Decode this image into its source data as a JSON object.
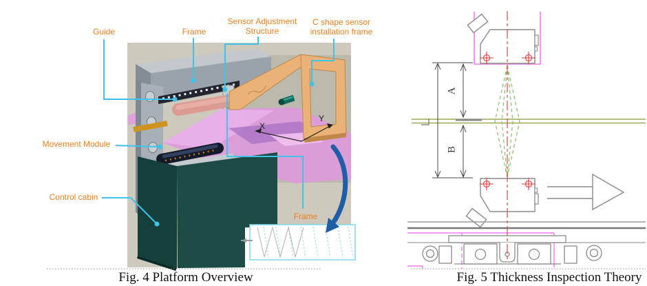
{
  "figure4": {
    "caption": "Fig. 4 Platform Overview",
    "labels": {
      "guide": "Guide",
      "frame_top": "Frame",
      "sensor_adjustment_structure": "Sensor Adjustment Structure",
      "c_shape_sensor_installation_frame": "C shape sensor installation frame",
      "movement_module": "Movement Module",
      "control_cabin": "Control cabin",
      "frame_bottom": "Frame"
    },
    "axis_labels": {
      "x": "X",
      "y": "Y"
    }
  },
  "figure5": {
    "caption": "Fig. 5 Thickness Inspection Theory",
    "dimension_labels": {
      "a": "A",
      "b": "B"
    }
  },
  "colors": {
    "label_text": "#ee7f1d",
    "leader_line": "#3fc3e8",
    "rotation_arrow": "#1e5ea6",
    "control_cabin": "#1d4b46",
    "c_frame_orange": "#eab276",
    "platform_pink": "#dd9add",
    "bracket_magenta": "#ee7cee",
    "centerline_red": "#e04040",
    "beam_green": "#8cbc6a",
    "strip_green": "#9aa85a",
    "caption_text": "#101010"
  }
}
